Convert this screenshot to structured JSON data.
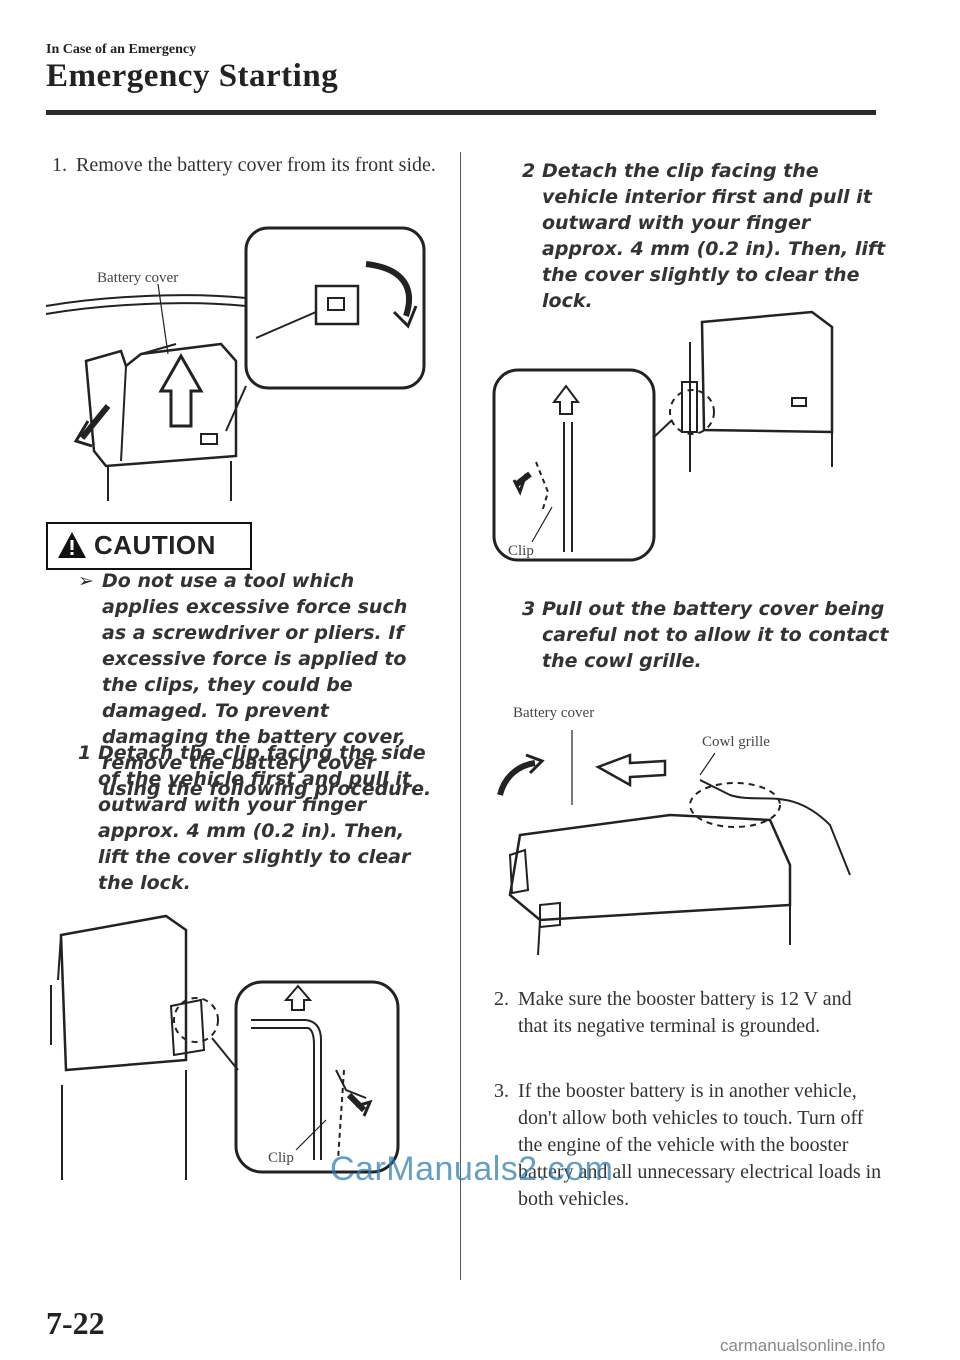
{
  "header": {
    "section": "In Case of an Emergency",
    "title": "Emergency Starting"
  },
  "left": {
    "step1_num": "1.",
    "step1_text": "Remove the battery cover from its front side.",
    "fig1_label": "Battery cover",
    "caution_label": "CAUTION",
    "caution_bullet": "Do not use a tool which applies excessive force such as a screwdriver or pliers. If excessive force is applied to the clips, they could be damaged. To prevent damaging the battery cover, remove the battery cover using the following procedure.",
    "sub1_num": "1",
    "sub1_text": "Detach the clip facing the side of the vehicle first and pull it outward with your finger approx. 4 mm (0.2 in). Then, lift the cover slightly to clear the lock.",
    "fig2_label": "Clip"
  },
  "right": {
    "sub2_num": "2",
    "sub2_text": "Detach the clip facing the vehicle interior first and pull it outward with your finger approx. 4 mm (0.2 in). Then, lift the cover slightly to clear the lock.",
    "fig3_label": "Clip",
    "sub3_num": "3",
    "sub3_text": "Pull out the battery cover being careful not to allow it to contact the cowl grille.",
    "fig4_label_a": "Battery cover",
    "fig4_label_b": "Cowl grille",
    "step2_num": "2.",
    "step2_text": "Make sure the booster battery is 12 V and that its negative terminal is grounded.",
    "step3_num": "3.",
    "step3_text": "If the booster battery is in another vehicle, don't allow both vehicles to touch. Turn off the engine of the vehicle with the booster battery and all unnecessary electrical loads in both vehicles."
  },
  "footer": {
    "page_number": "7-22",
    "watermark": "CarManuals2.com",
    "site": "carmanualsonline.info"
  }
}
